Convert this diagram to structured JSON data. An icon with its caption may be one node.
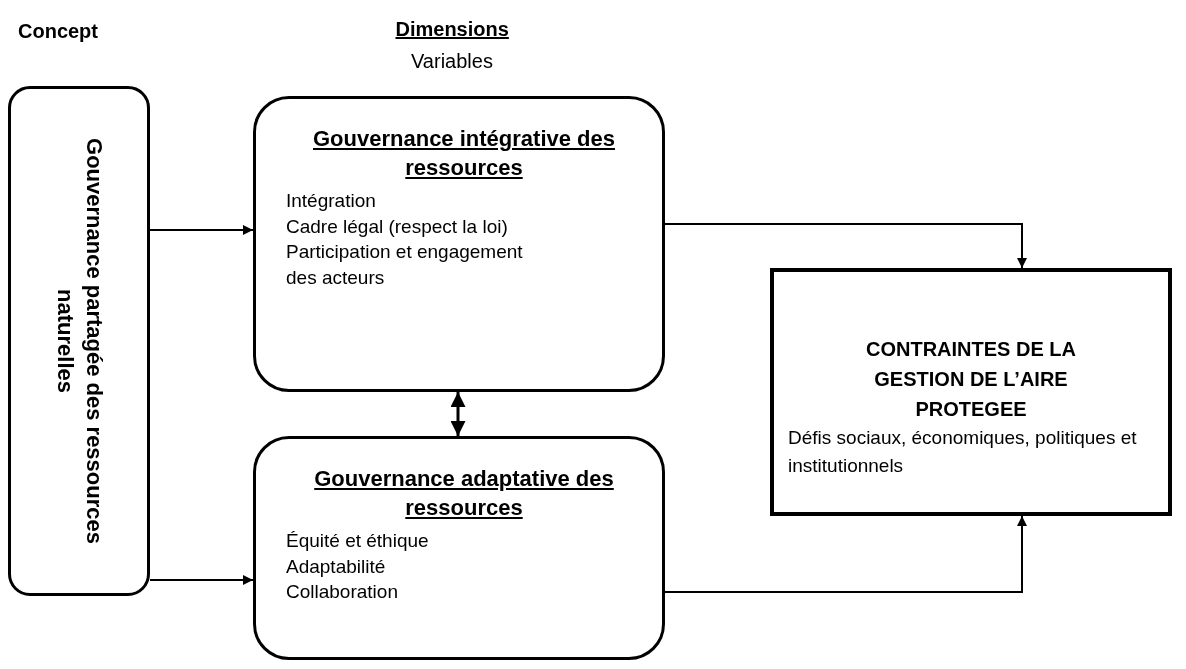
{
  "diagram": {
    "nodes": [
      {
        "text": [
          "Gouvernance partagée des ressources naturelles"
        ]
      },
      {
        "text": [
          "Gouvernance intégrative des ressources",
          "Intégration",
          "Cadre légal (respect la loi)",
          "Participation et engagement des acteurs"
        ]
      },
      {
        "text": [
          "Gouvernance adaptative des ressources",
          "Équité et éthique",
          "Adaptabilité",
          "Collaboration"
        ]
      },
      {
        "text": [
          "CONTRAINTES DE LA GESTION DE L’AIRE PROTEGEE",
          "Défis sociaux, économiques, politiques et institutionnels"
        ]
      }
    ],
    "edges": [
      {
        "from": 0,
        "to": 1,
        "arrow": "to"
      },
      {
        "from": 0,
        "to": 2,
        "arrow": "to"
      },
      {
        "from": 1,
        "to": 2,
        "arrow": "both"
      },
      {
        "from": 1,
        "to": 3,
        "arrow": "to"
      },
      {
        "from": 2,
        "to": 3,
        "arrow": "to"
      }
    ],
    "labels": [
      "Concept",
      "Dimensions",
      "Variables"
    ]
  }
}
